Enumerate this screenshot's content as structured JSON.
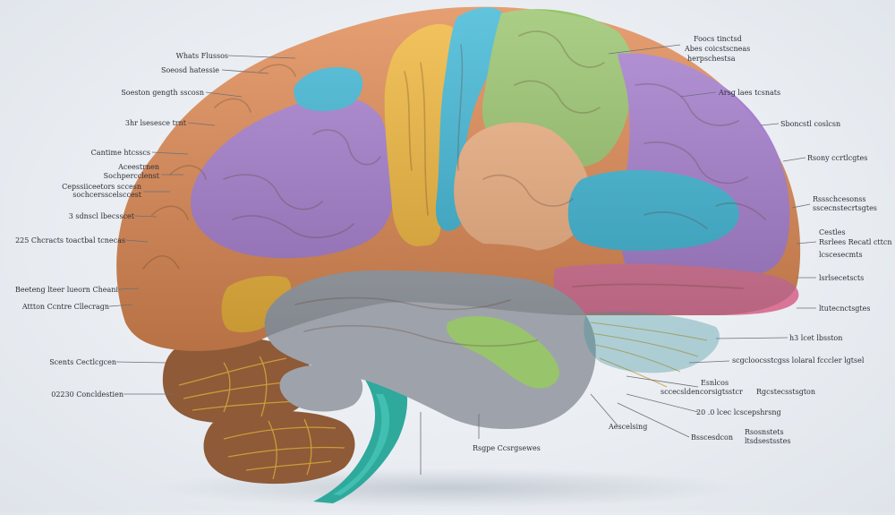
{
  "colors": {
    "background": "#e9edf2",
    "orange": "#e08a53",
    "purple": "#a77fd0",
    "yellow": "#f1b73c",
    "blue": "#3fb7d6",
    "green": "#98c46c",
    "peach": "#f0b284",
    "pink": "#d97597",
    "gray": "#9ea3ab",
    "brown": "#8e5a37",
    "teal": "#2fa99c",
    "leader_line": "#6b7078"
  },
  "labels": {
    "left": [
      "Whats Flussos",
      "Soeosd hatessie",
      "Soeston gength sscosn",
      "3hr lsesesce trnt",
      "Cantime htcsscs",
      "Aceestrnen",
      "Sochpercclenst",
      "Cepssiiceetors sccesn",
      "sochcersscelsccest",
      "3 sdnscl lbecsscet",
      "225 Chcracts toactbal tcnecas",
      "Beeteng lteer lueorn Cheani",
      "Attton Ccntre Cllecragn",
      "Scents Cectlcgcen",
      "02230 Concldestien"
    ],
    "right": [
      "Foocs tinctsd",
      "Abes coicstscneas",
      "herpschestsa",
      "Arsg laes tcsnats",
      "Sboncstl coslcsn",
      "Rsony ccrtlcgtes",
      "Rssschcesonss",
      "sscecnstecrtsgtes",
      "Cestles",
      "Rsrlees Recatl cttcn",
      "lcscesecmts",
      "lsrlsecetscts",
      "ltutecnctsgtes",
      "h3 lcet lbsston",
      "scgcloocsstcgss lolaral fcccler lgtsel",
      "Esnlcos",
      "sccecsldencorsigtsstcr",
      "Rgcstecsstsgton",
      "20 .0 lcec lcscepshrsng",
      "Aescelsing",
      "Bsscesdcon",
      "Rsosnstets",
      "ltsdsestsstes"
    ],
    "bottom": [
      "Rsgpe Ccsrgsewes"
    ]
  }
}
